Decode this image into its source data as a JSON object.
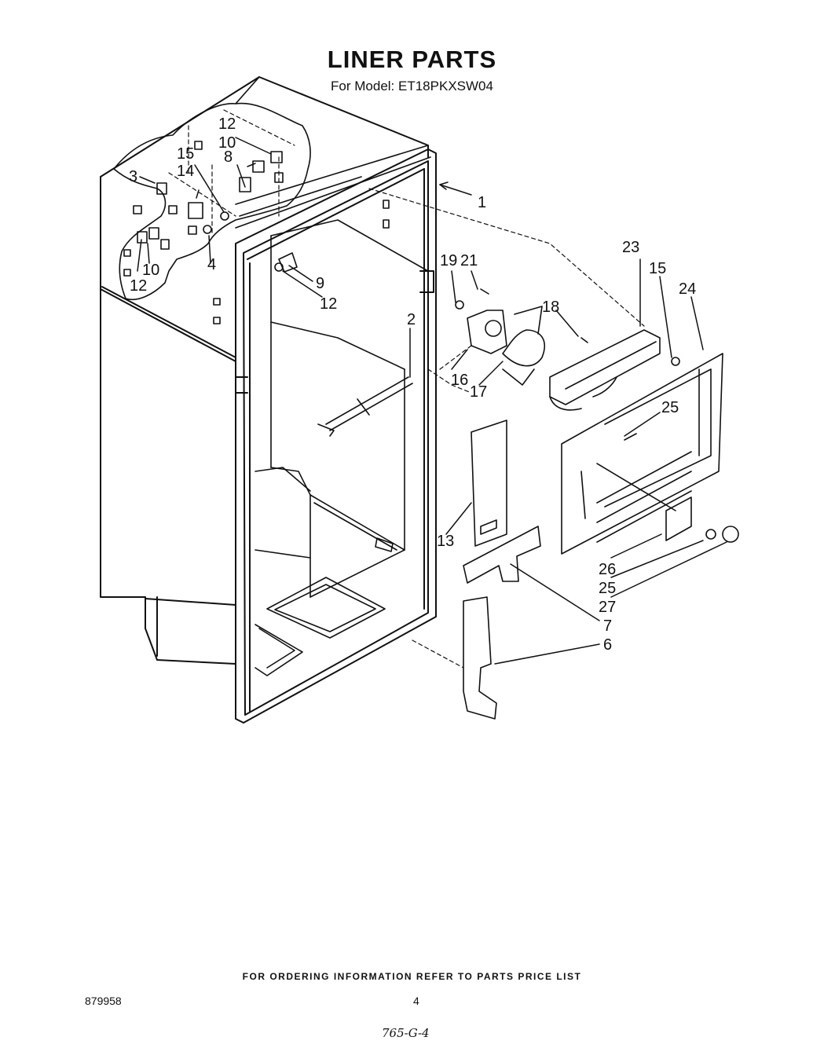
{
  "title": "LINER PARTS",
  "subtitle": "For Model: ET18PKXSW04",
  "callouts": {
    "c1": "1",
    "c2": "2",
    "c3": "3",
    "c4": "4",
    "c6": "6",
    "c7": "7",
    "c8": "8",
    "c9": "9",
    "c10a": "10",
    "c10b": "10",
    "c12a": "12",
    "c12b": "12",
    "c12c": "12",
    "c13": "13",
    "c14": "14",
    "c15a": "15",
    "c15b": "15",
    "c16": "16",
    "c17": "17",
    "c18": "18",
    "c19": "19",
    "c21": "21",
    "c23": "23",
    "c24": "24",
    "c25a": "25",
    "c25b": "25",
    "c26": "26",
    "c27": "27"
  },
  "footer": "FOR ORDERING INFORMATION REFER TO PARTS PRICE LIST",
  "doc_number": "879958",
  "page_number": "4",
  "handwritten_note": "765-G-4"
}
